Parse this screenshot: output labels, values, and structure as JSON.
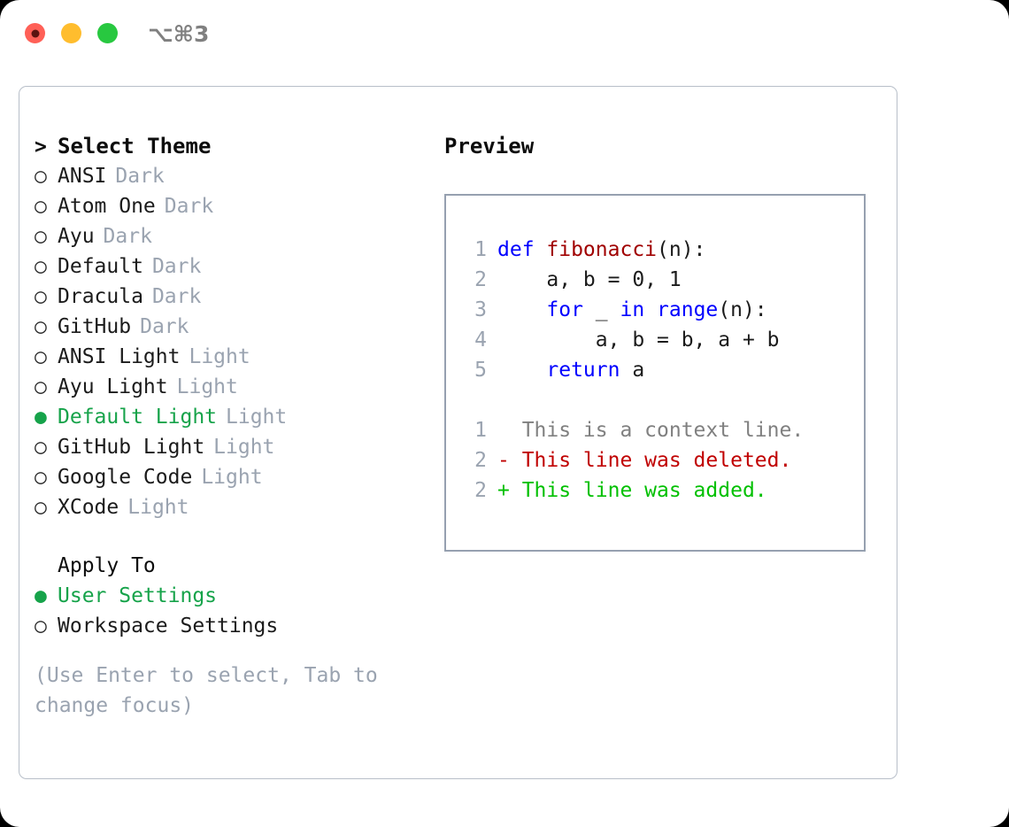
{
  "titlebar": {
    "shortcut": "⌥⌘3",
    "buttons": [
      {
        "name": "close",
        "color": "#ff6057"
      },
      {
        "name": "minimize",
        "color": "#ffbd2e"
      },
      {
        "name": "maximize",
        "color": "#28c840"
      }
    ]
  },
  "theme_picker": {
    "heading": "Select Theme",
    "prompt_marker": ">",
    "marker_selected": "●",
    "marker_unselected": "○",
    "items": [
      {
        "name": "ANSI",
        "category": "Dark",
        "selected": false
      },
      {
        "name": "Atom One",
        "category": "Dark",
        "selected": false
      },
      {
        "name": "Ayu",
        "category": "Dark",
        "selected": false
      },
      {
        "name": "Default",
        "category": "Dark",
        "selected": false
      },
      {
        "name": "Dracula",
        "category": "Dark",
        "selected": false
      },
      {
        "name": "GitHub",
        "category": "Dark",
        "selected": false
      },
      {
        "name": "ANSI Light",
        "category": "Light",
        "selected": false
      },
      {
        "name": "Ayu Light",
        "category": "Light",
        "selected": false
      },
      {
        "name": "Default Light",
        "category": "Light",
        "selected": true
      },
      {
        "name": "GitHub Light",
        "category": "Light",
        "selected": false
      },
      {
        "name": "Google Code",
        "category": "Light",
        "selected": false
      },
      {
        "name": "XCode",
        "category": "Light",
        "selected": false
      }
    ]
  },
  "apply_to": {
    "heading": "Apply To",
    "items": [
      {
        "name": "User Settings",
        "selected": true
      },
      {
        "name": "Workspace Settings",
        "selected": false
      }
    ]
  },
  "hint": "(Use Enter to select, Tab to change focus)",
  "preview": {
    "title": "Preview",
    "code_lines": [
      {
        "num": "1",
        "tokens": [
          {
            "t": "def ",
            "c": "kw"
          },
          {
            "t": "fibonacci",
            "c": "fn"
          },
          {
            "t": "(n):",
            "c": "pl"
          }
        ]
      },
      {
        "num": "2",
        "tokens": [
          {
            "t": "    a, b = 0, 1",
            "c": "pl"
          }
        ]
      },
      {
        "num": "3",
        "tokens": [
          {
            "t": "    ",
            "c": "pl"
          },
          {
            "t": "for",
            "c": "kw"
          },
          {
            "t": " _ ",
            "c": "pl"
          },
          {
            "t": "in range",
            "c": "kw"
          },
          {
            "t": "(n):",
            "c": "pl"
          }
        ]
      },
      {
        "num": "4",
        "tokens": [
          {
            "t": "        a, b = b, a + b",
            "c": "pl"
          }
        ]
      },
      {
        "num": "5",
        "tokens": [
          {
            "t": "    ",
            "c": "pl"
          },
          {
            "t": "return",
            "c": "kw"
          },
          {
            "t": " a",
            "c": "pl"
          }
        ]
      }
    ],
    "diff_lines": [
      {
        "num": "1",
        "tokens": [
          {
            "t": "  This is a context line.",
            "c": "ctx"
          }
        ]
      },
      {
        "num": "2",
        "tokens": [
          {
            "t": "- This line was deleted.",
            "c": "del"
          }
        ]
      },
      {
        "num": "2",
        "tokens": [
          {
            "t": "+ This line was added.",
            "c": "add"
          }
        ]
      }
    ]
  },
  "colors": {
    "accent_green": "#16a34a",
    "muted": "#9aa3b0",
    "keyword_blue": "#0000ff",
    "function_red": "#a00000",
    "diff_added": "#00c000",
    "diff_deleted": "#c00000",
    "panel_border": "#b8bfc9",
    "preview_border": "#96a0b0"
  }
}
